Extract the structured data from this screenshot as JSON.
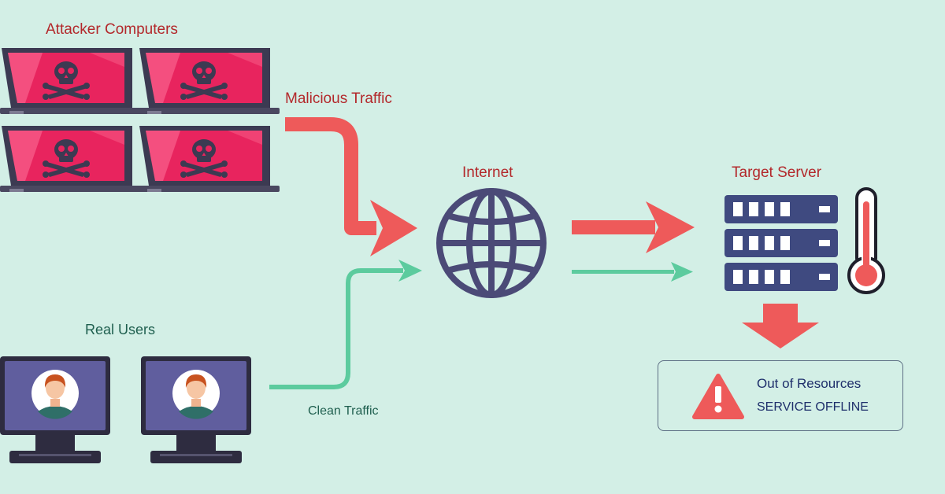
{
  "labels": {
    "attackers": "Attacker Computers",
    "malicious_traffic": "Malicious Traffic",
    "internet": "Internet",
    "target_server": "Target Server",
    "real_users": "Real Users",
    "clean_traffic": "Clean Traffic"
  },
  "status": {
    "line1": "Out of Resources",
    "line2": "SERVICE OFFLINE"
  },
  "icons": {
    "attacker": "skull-laptop-icon",
    "user": "user-monitor-icon",
    "internet": "globe-icon",
    "server": "server-rack-icon",
    "temperature": "thermometer-icon",
    "warning": "warning-icon"
  },
  "colors": {
    "background": "#d3efe6",
    "malicious": "#ee5a5a",
    "clean": "#5ccb9e",
    "screen_attack": "#e8245e",
    "device_dark": "#3c3a52",
    "globe": "#4b4a77",
    "user_screen": "#605e9e"
  }
}
